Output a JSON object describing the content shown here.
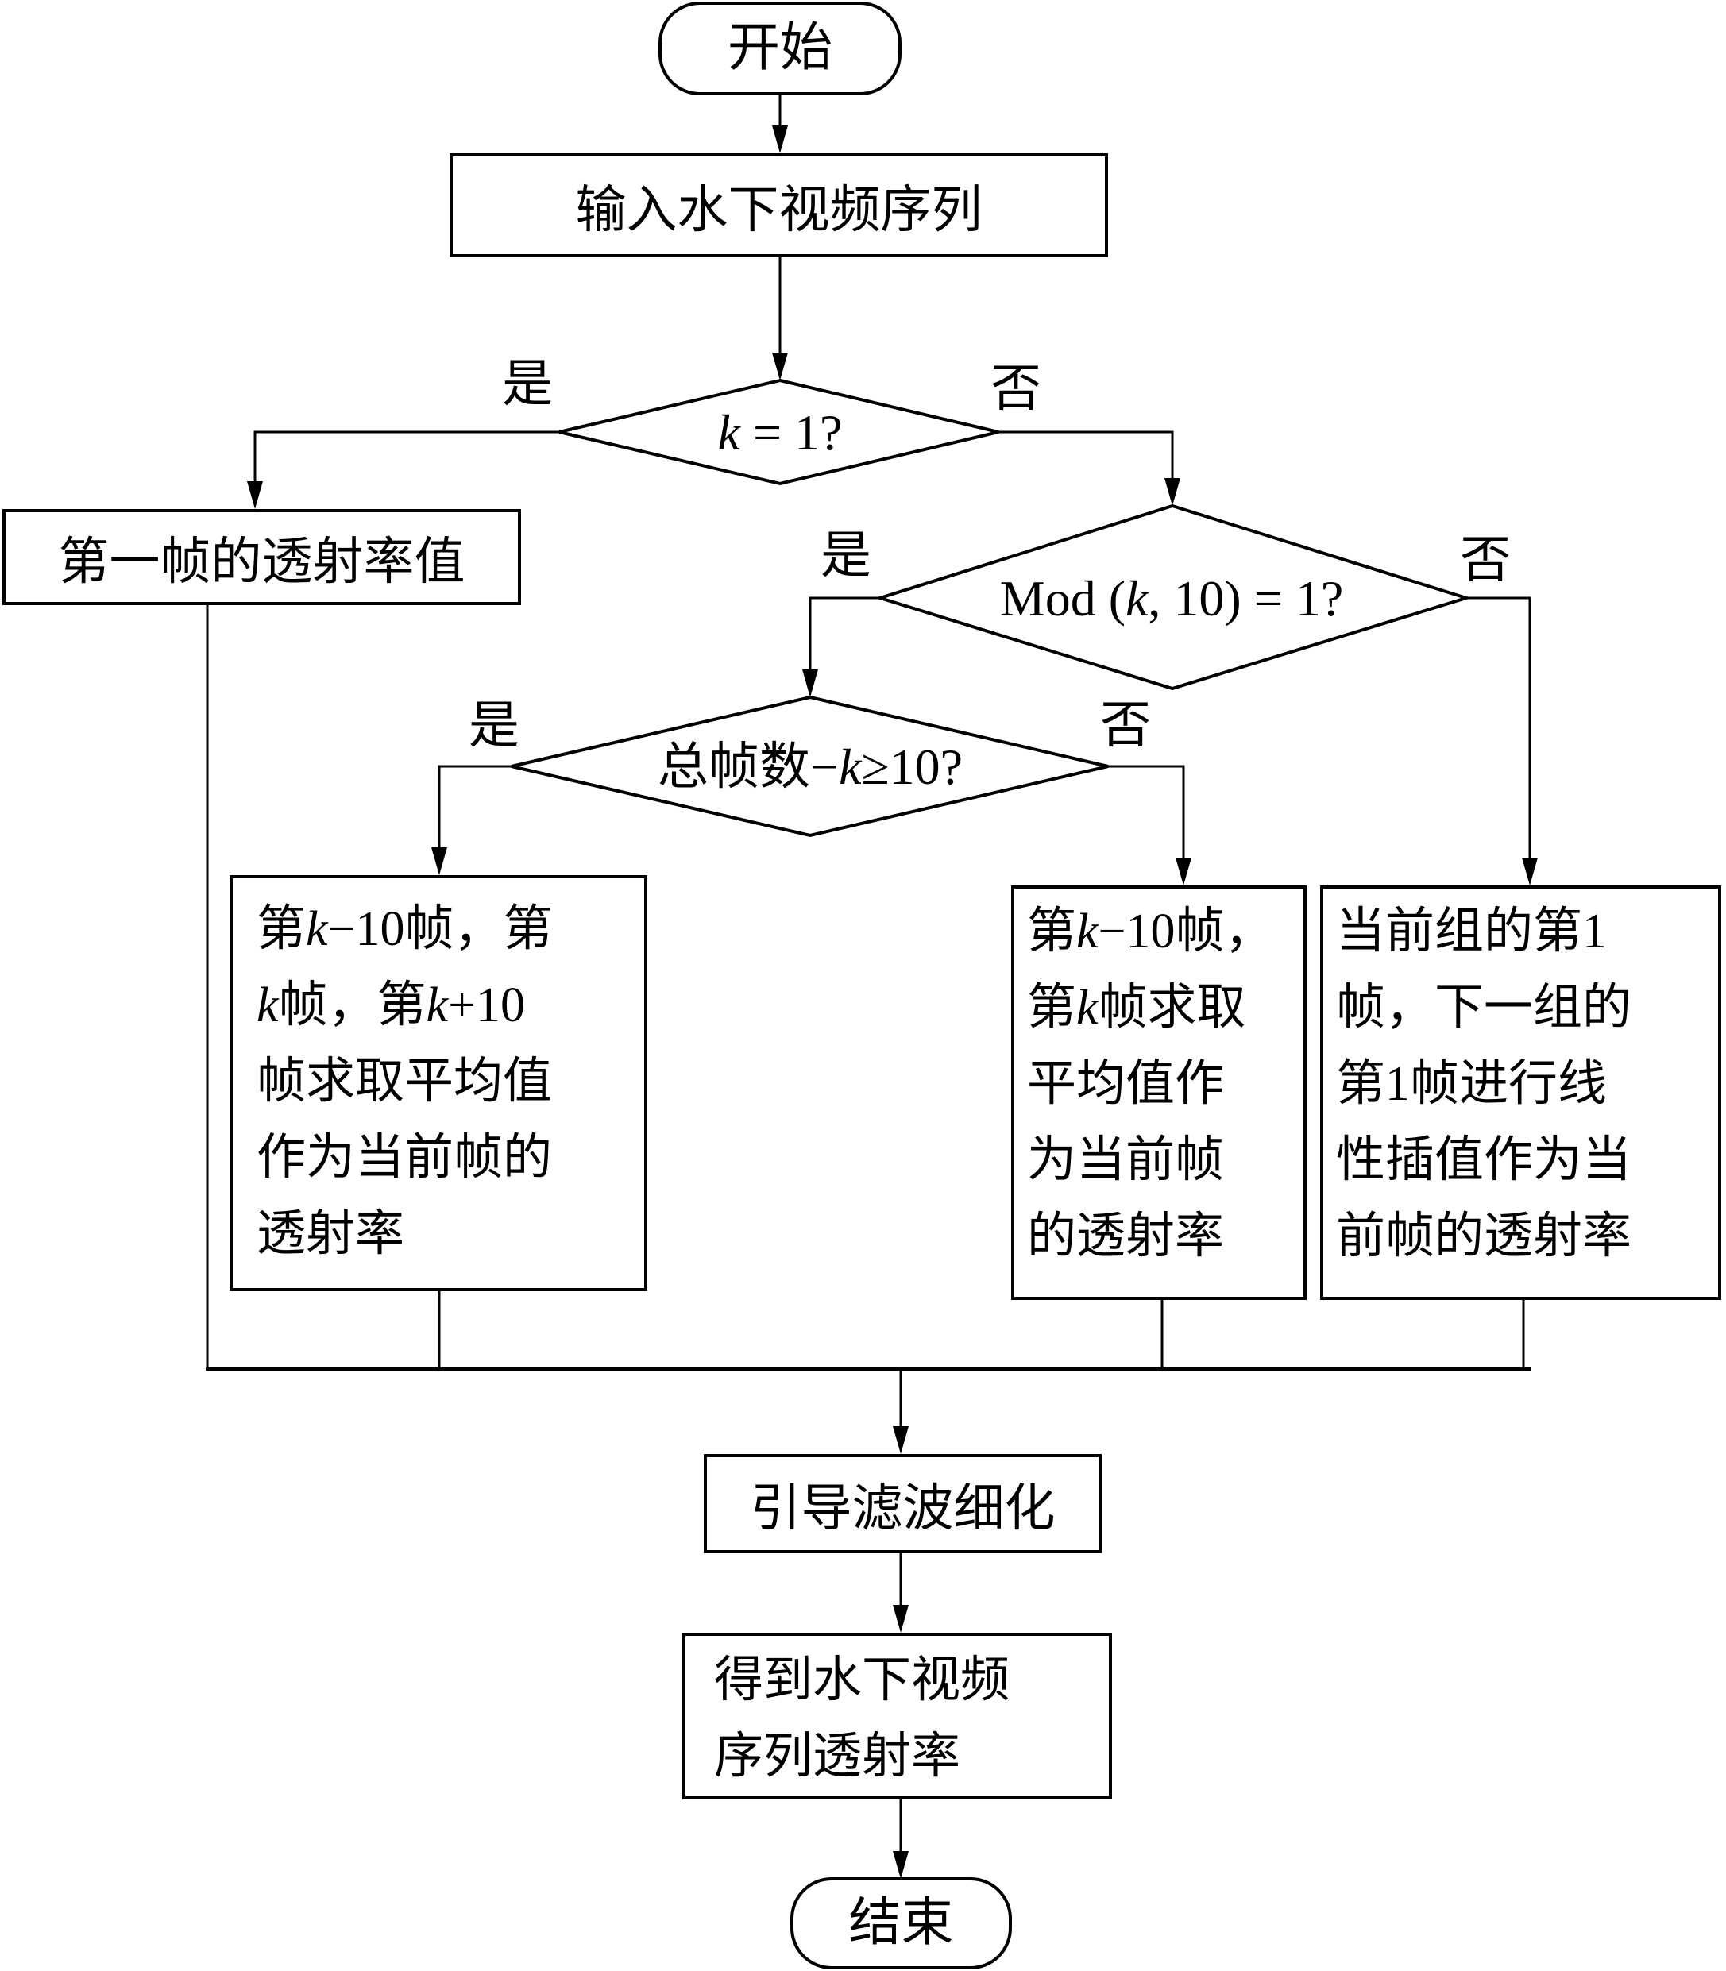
{
  "start": "开始",
  "input": "输入水下视频序列",
  "decision1": {
    "var": "k",
    "rest": " = 1?"
  },
  "decision2": {
    "pre": "Mod (",
    "var": "k",
    "post": ", 10) = 1?"
  },
  "decision3": {
    "pre": "总帧数−",
    "var": "k",
    "post": "≥10?"
  },
  "yes": "是",
  "no": "否",
  "first_frame": "第一帧的透射率值",
  "box_a": {
    "line1_pre": "第",
    "line1_var": "k",
    "line1_post": "−10帧，第",
    "line2_var": "k",
    "line2_mid": "帧，第",
    "line2_var2": "k",
    "line2_post": "+10",
    "line3": "帧求取平均值",
    "line4": "作为当前帧的",
    "line5": "透射率"
  },
  "box_b": {
    "line1_pre": "第",
    "line1_var": "k",
    "line1_post": "−10帧，",
    "line2_pre": "第",
    "line2_var": "k",
    "line2_post": "帧求取",
    "line3": "平均值作",
    "line4": "为当前帧",
    "line5": "的透射率"
  },
  "box_c": {
    "line1": "当前组的第1",
    "line2": "帧，下一组的",
    "line3": "第1帧进行线",
    "line4": "性插值作为当",
    "line5": "前帧的透射率"
  },
  "guided_filter": "引导滤波细化",
  "result": {
    "line1": "得到水下视频",
    "line2": "序列透射率"
  },
  "end": "结束"
}
